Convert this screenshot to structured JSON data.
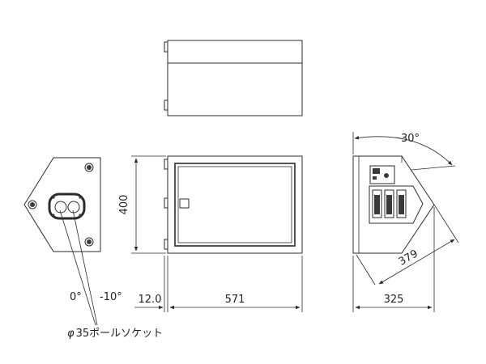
{
  "dimensions": {
    "height": "400",
    "depth": "12.0",
    "width": "571",
    "side_depth": "325",
    "diagonal": "379",
    "angle": "30°"
  },
  "pole_socket": {
    "angle_a": "0°",
    "angle_b": "-10°",
    "symbol": "φ",
    "caption": "35ポールソケット"
  },
  "colors": {
    "line": "#2b2b2b",
    "background": "#ffffff"
  }
}
